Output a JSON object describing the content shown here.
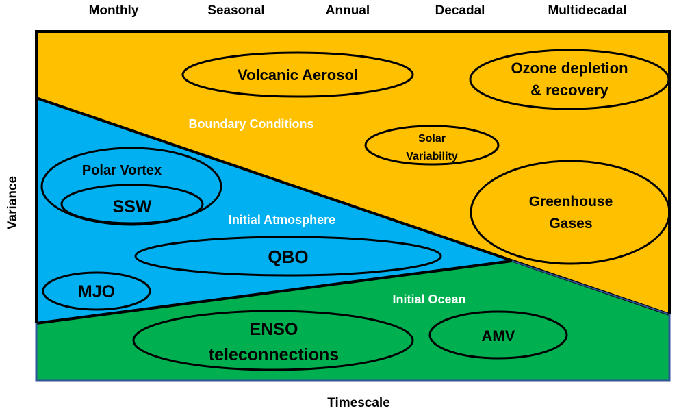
{
  "timescale_labels": [
    "Monthly",
    "Seasonal",
    "Annual",
    "Decadal",
    "Multidecadal"
  ],
  "axes": {
    "x_label": "Timescale",
    "y_label": "Variance"
  },
  "regions": {
    "boundary": {
      "label": "Boundary Conditions",
      "color": "#FFC000"
    },
    "atmosphere": {
      "label": "Initial Atmosphere",
      "color": "#00B0F0"
    },
    "ocean": {
      "label": "Initial Ocean",
      "color": "#00B050"
    }
  },
  "ellipses": {
    "volcanic": [
      "Volcanic Aerosol"
    ],
    "ozone": [
      "Ozone depletion",
      "& recovery"
    ],
    "solar": [
      "Solar",
      "Variability"
    ],
    "greenhouse": [
      "Greenhouse",
      "Gases"
    ],
    "polar_vortex": [
      "Polar Vortex"
    ],
    "ssw": [
      "SSW"
    ],
    "qbo": [
      "QBO"
    ],
    "mjo": [
      "MJO"
    ],
    "enso": [
      "ENSO",
      "teleconnections"
    ],
    "amv": [
      "AMV"
    ]
  }
}
